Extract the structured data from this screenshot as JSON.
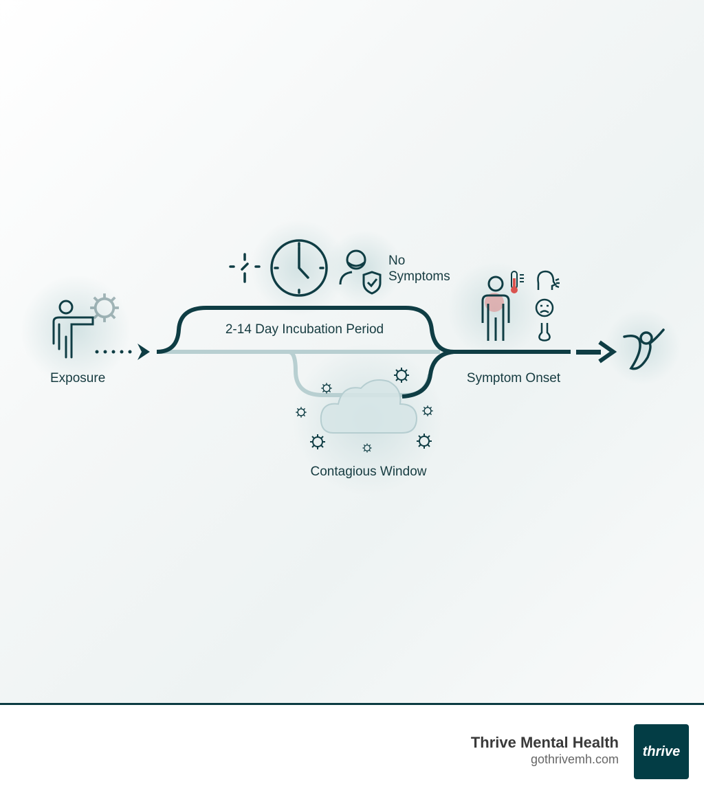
{
  "diagram": {
    "stages": {
      "exposure": "Exposure",
      "incubation": "2-14 Day Incubation Period",
      "contagious": "Contagious Window",
      "onset": "Symptom Onset"
    },
    "no_symptoms_lines": [
      "No",
      "Symptoms"
    ],
    "colors": {
      "primary": "#0f3d44",
      "secondary": "#b8cfd1",
      "accent_red": "#d9534f"
    },
    "icons": [
      "person-pointing-icon",
      "virus-icon",
      "clock-icon",
      "masked-person-shield-icon",
      "sick-person-icon",
      "thermometer-icon",
      "coughing-head-icon",
      "sad-face-icon",
      "nose-icon",
      "cloud-icon",
      "recovered-person-icon"
    ]
  },
  "footer": {
    "brand_name": "Thrive Mental Health",
    "brand_url": "gothrivemh.com",
    "logo_text": "thrive"
  }
}
